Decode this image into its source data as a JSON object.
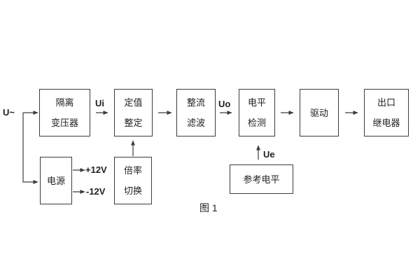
{
  "figure": {
    "caption": "图 1",
    "input_label": "U~",
    "signal_labels": {
      "ui": "Ui",
      "uo": "Uo",
      "ue": "Ue"
    },
    "rail_labels": {
      "positive": "+12V",
      "negative": "-12V"
    },
    "blocks": {
      "isolation_transformer": {
        "line1": "隔离",
        "line2": "变压器"
      },
      "value_setting": {
        "line1": "定值",
        "line2": "整定"
      },
      "rectifier_filter": {
        "line1": "整流",
        "line2": "滤波"
      },
      "level_detection": {
        "line1": "电平",
        "line2": "检测"
      },
      "drive": {
        "label": "驱动"
      },
      "output_relay": {
        "line1": "出口",
        "line2": "继电器"
      },
      "power_supply": {
        "label": "电源"
      },
      "ratio_switch": {
        "line1": "倍率",
        "line2": "切换"
      },
      "reference_level": {
        "label": "参考电平"
      }
    },
    "colors": {
      "line": "#3c3c3c",
      "text": "#222222",
      "background": "#ffffff"
    }
  }
}
